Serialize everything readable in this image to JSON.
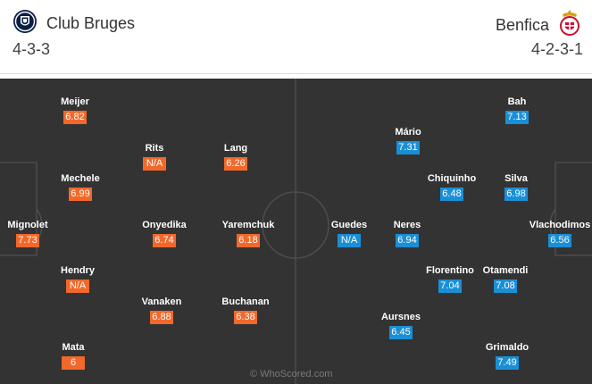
{
  "home": {
    "name": "Club Bruges",
    "formation": "4-3-3"
  },
  "away": {
    "name": "Benfica",
    "formation": "4-2-3-1"
  },
  "home_players": [
    {
      "name": "Meijer",
      "rating": "6.82"
    },
    {
      "name": "Rits",
      "rating": "N/A"
    },
    {
      "name": "Lang",
      "rating": "6.26"
    },
    {
      "name": "Mechele",
      "rating": "6.99"
    },
    {
      "name": "Mignolet",
      "rating": "7.73"
    },
    {
      "name": "Onyedika",
      "rating": "6.74"
    },
    {
      "name": "Yaremchuk",
      "rating": "6.18"
    },
    {
      "name": "Hendry",
      "rating": "N/A"
    },
    {
      "name": "Vanaken",
      "rating": "6.88"
    },
    {
      "name": "Buchanan",
      "rating": "6.38"
    },
    {
      "name": "Mata",
      "rating": "6"
    }
  ],
  "away_players": [
    {
      "name": "Bah",
      "rating": "7.13"
    },
    {
      "name": "Mário",
      "rating": "7.31"
    },
    {
      "name": "Chiquinho",
      "rating": "6.48"
    },
    {
      "name": "Silva",
      "rating": "6.98"
    },
    {
      "name": "Guedes",
      "rating": "N/A"
    },
    {
      "name": "Neres",
      "rating": "6.94"
    },
    {
      "name": "Vlachodimos",
      "rating": "6.56"
    },
    {
      "name": "Florentino",
      "rating": "7.04"
    },
    {
      "name": "Otamendi",
      "rating": "7.08"
    },
    {
      "name": "Aursnes",
      "rating": "6.45"
    },
    {
      "name": "Grimaldo",
      "rating": "7.49"
    }
  ],
  "watermark": "© WhoScored.com",
  "colors": {
    "home_rating": "#f2682a",
    "away_rating": "#1a8fd6",
    "pitch": "#333333"
  },
  "icons": {
    "home_crest": "club-brugge-crest-icon",
    "away_crest": "benfica-crest-icon"
  }
}
